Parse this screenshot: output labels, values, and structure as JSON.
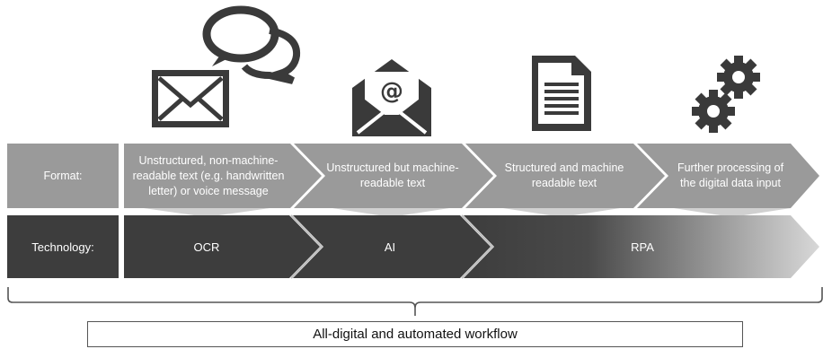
{
  "icons": [
    "speech-bubbles-icon",
    "envelope-icon",
    "email-at-icon",
    "document-icon",
    "gears-icon"
  ],
  "rows": {
    "format": {
      "label": "Format:",
      "stages": [
        "Unstructured, non-machine-readable text (e.g. handwritten letter) or voice message",
        "Unstructured but machine-readable text",
        "Structured and machine readable text",
        "Further processing of the digital data input"
      ]
    },
    "technology": {
      "label": "Technology:",
      "stages": [
        "OCR",
        "AI",
        "RPA"
      ]
    }
  },
  "footer": {
    "label": "All-digital and automated workflow"
  },
  "colors": {
    "format_row": "#9a9a9a",
    "technology_row": "#3d3d3d",
    "icon": "#3a3a3a"
  }
}
